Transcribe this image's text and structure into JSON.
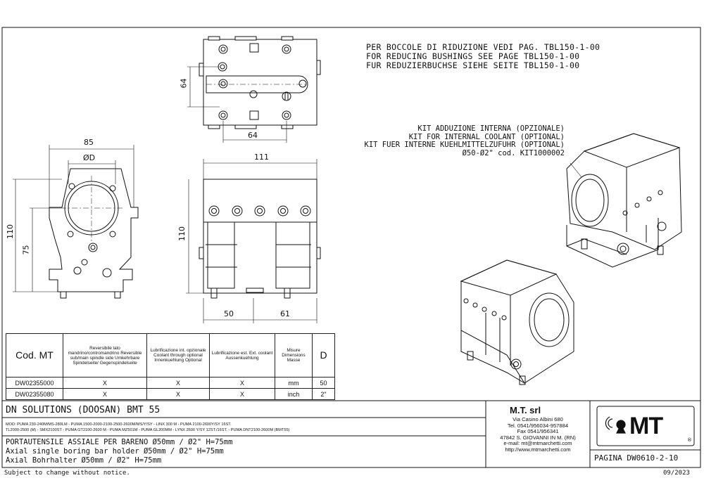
{
  "notes": {
    "reducing_bushings": [
      "PER BOCCOLE DI RIDUZIONE VEDI PAG. TBL150-1-00",
      "FOR REDUCING BUSHINGS SEE PAGE TBL150-1-00",
      "FUR REDUZIERBUCHSE SIEHE SEITE TBL150-1-00"
    ],
    "coolant_kit": [
      "KIT ADDUZIONE INTERNA (OPZIONALE)",
      "KIT FOR INTERNAL COOLANT (OPTIONAL)",
      "KIT FUER INTERNE KUEHLMITTELZUFUHR (OPTIONAL)",
      "Ø50-Ø2\"  cod. KIT1000002"
    ]
  },
  "dimensions": {
    "top_height": "64",
    "top_width": "64",
    "front_width": "85",
    "bore": "ØD",
    "front_height": "110",
    "axis_height": "75",
    "side_width": "111",
    "side_height": "110",
    "side_left": "50",
    "side_right": "61"
  },
  "table": {
    "headers": {
      "code": "Cod. MT",
      "reversible": "Reversibile lato mandrino/contromandrino Reversible sub/main spindle side Umkehrbare Spindelseite/ Gegenspindelseite",
      "lube_int": "Lubrificazione int. opzionale Coolant through optional Innenkuehlung Optional",
      "lube_ext": "Lubrificazione est. Ext. coolant Aussenkuehlung",
      "units": "Misure Dimensions Masse",
      "d": "D"
    },
    "rows": [
      {
        "code": "DW02355000",
        "reversible": "X",
        "lube_int": "X",
        "lube_ext": "X",
        "units": "mm",
        "d": "50"
      },
      {
        "code": "DW02355080",
        "reversible": "X",
        "lube_int": "X",
        "lube_ext": "X",
        "units": "inch",
        "d": "2\""
      }
    ]
  },
  "title_block": {
    "machine": "DN SOLUTIONS (DOOSAN)   BMT 55",
    "models_1": "MOD: PUMA 230-240M/MS-280LM - PUMA 1500-2000-2100-2500-2600M/MS/Y/SY - LINX 300 M - PUMA 2100-2600Y/SY 16ST.",
    "models_2": "TL2000-2500 (M) - SMX2100ST - PUMA GT2100-2600 M - PUMA MZ501M - PUMA GL200MM - LYNX 2600 Y/SY 12ST./16ST. - PUMA DNT2100-2600M (BMT55)",
    "desc_it": "PORTAUTENSILE ASSIALE PER BARENO Ø50mm / Ø2\" H=75mm",
    "desc_en": "Axial single boring bar holder Ø50mm / Ø2\" H=75mm",
    "desc_de": "Axial Bohrhalter Ø50mm / Ø2\" H=75mm",
    "company": "M.T. srl",
    "address": [
      "Via Casino Albini 680",
      "Tel. 0541/956034-957884",
      "Fax 0541/956341",
      "47842 S. GIOVANNI IN M. (RN)",
      "e-mail: mt@mtmarchetti.com",
      "http://www.mtmarchetti.com"
    ],
    "logo": "MT",
    "page": "PAGINA DW0610-2-10",
    "footer_left": "Subject to change without notice.",
    "footer_right": "09/2023"
  }
}
